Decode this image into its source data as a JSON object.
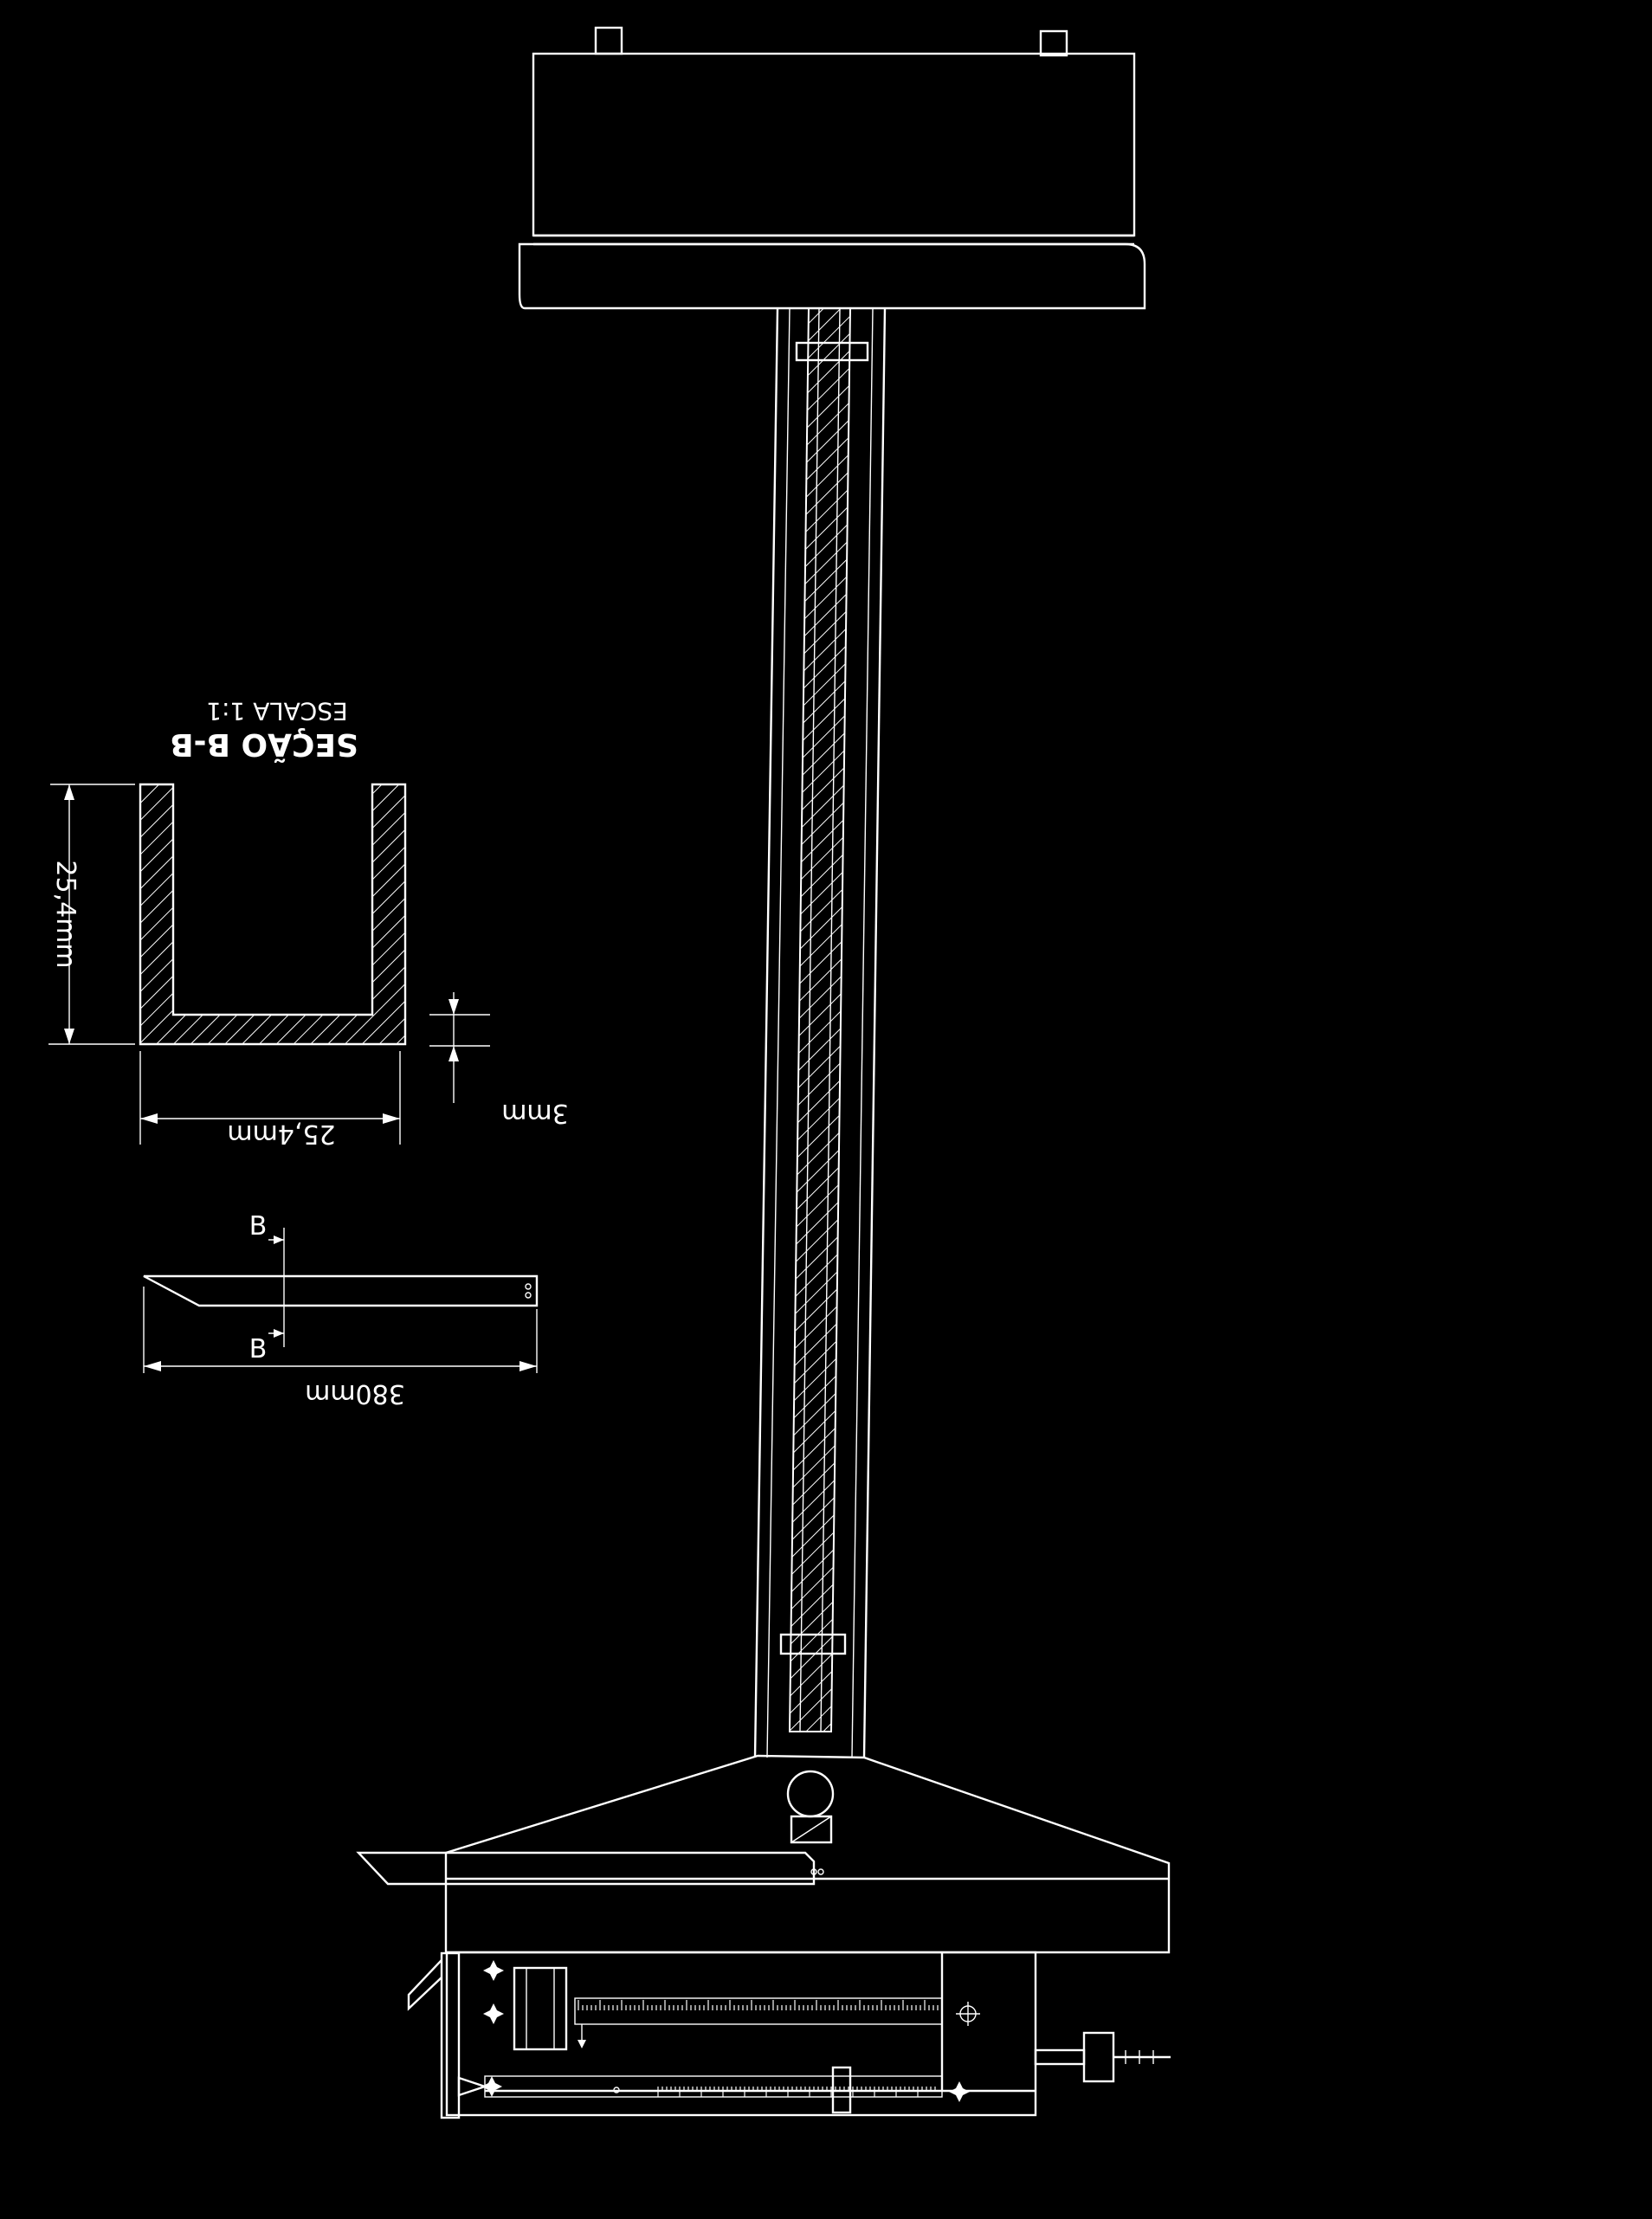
{
  "colors": {
    "background": "#000000",
    "line": "#ffffff"
  },
  "section_view": {
    "title": "SEÇÃO B-B",
    "scale": "ESCALA 1:1",
    "width_dim": "25,4mm",
    "height_dim": "25,4mm",
    "thickness_dim": "3mm"
  },
  "side_view": {
    "length_dim": "380mm",
    "section_marker_top": "B",
    "section_marker_bottom": "B"
  },
  "crosshair_icon": "crosshair-icon"
}
